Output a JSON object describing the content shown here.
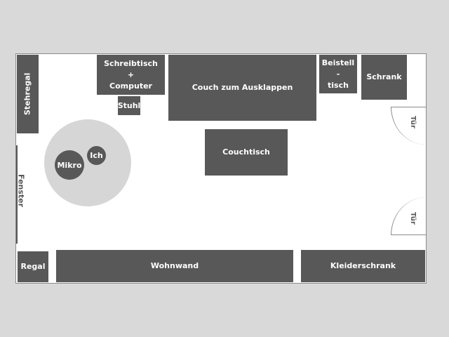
{
  "room": {
    "window_label": "Fenster",
    "me_label": "Ich",
    "mic_label": "Mikro",
    "door_label": "Tür",
    "furniture": {
      "stehregal": "Stehregal",
      "schreibtisch": "Schreibtisch\n+\nComputer",
      "stuhl": "Stuhl",
      "couch": "Couch zum Ausklappen",
      "beistelltisch": "Beistell -\ntisch",
      "schrank": "Schrank",
      "couchtisch": "Couchtisch",
      "regal": "Regal",
      "wohnwand": "Wohnwand",
      "kleiderschrank": "Kleiderschrank"
    }
  },
  "colors": {
    "furniture": "#585858",
    "background": "#d9d9d9",
    "range": "#d6d6d6"
  }
}
